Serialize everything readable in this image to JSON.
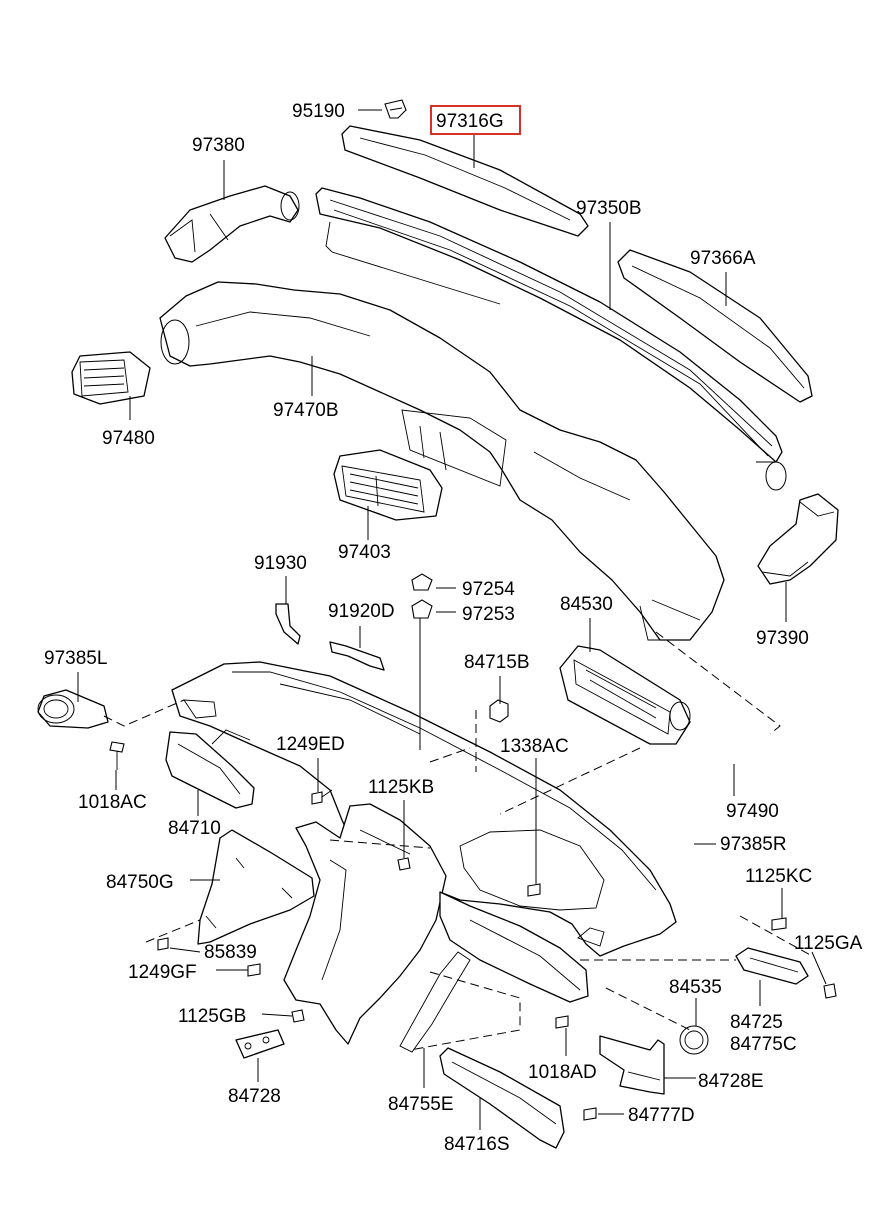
{
  "highlight_color": "#d9302c",
  "labels": {
    "p95190": "95190",
    "p97316G": "97316G",
    "p97380": "97380",
    "p97350B": "97350B",
    "p97366A": "97366A",
    "p97470B": "97470B",
    "p97480": "97480",
    "p97403": "97403",
    "p97390": "97390",
    "p91930": "91930",
    "p97254": "97254",
    "p97253": "97253",
    "p91920D": "91920D",
    "p84530": "84530",
    "p97385L": "97385L",
    "p84715B": "84715B",
    "p1249ED": "1249ED",
    "p1338AC": "1338AC",
    "p1018AC": "1018AC",
    "p84710": "84710",
    "p1125KB": "1125KB",
    "p97490": "97490",
    "p97385R": "97385R",
    "p84750G": "84750G",
    "p1125KC": "1125KC",
    "p85839": "85839",
    "p1125GA": "1125GA",
    "p1249GF": "1249GF",
    "p84535": "84535",
    "p1125GB": "1125GB",
    "p84725": "84725",
    "p84775C": "84775C",
    "p1018AD": "1018AD",
    "p84728": "84728",
    "p84728E": "84728E",
    "p84755E": "84755E",
    "p84777D": "84777D",
    "p84716S": "84716S"
  }
}
